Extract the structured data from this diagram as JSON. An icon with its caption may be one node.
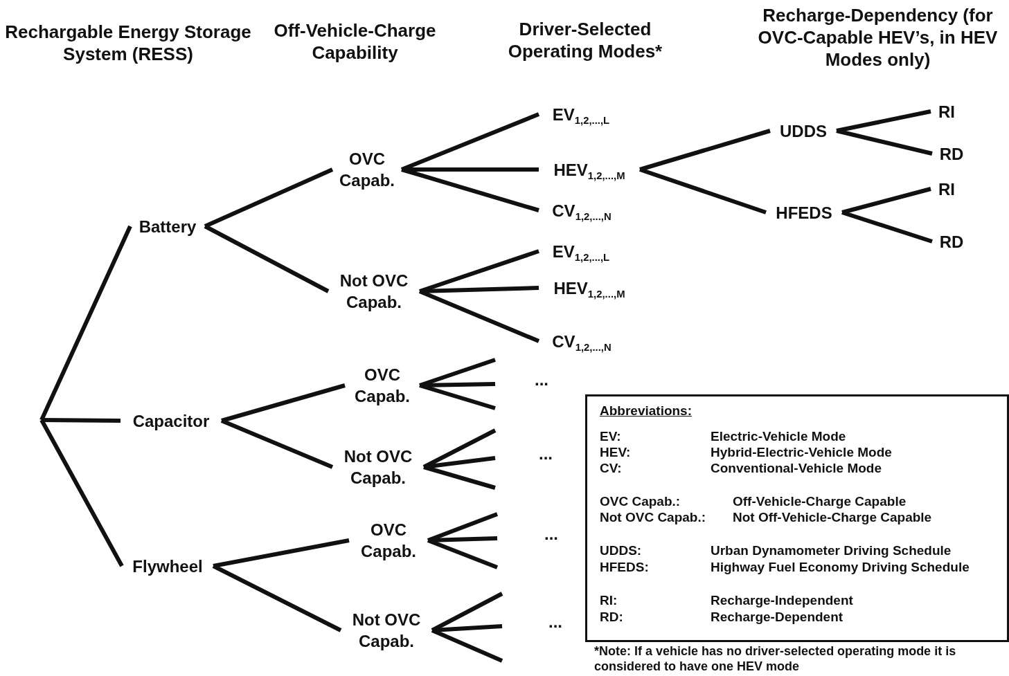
{
  "diagram": {
    "nodes": [
      {
        "text": [
          "Battery"
        ]
      },
      {
        "text": [
          "OVC Capab."
        ]
      },
      {
        "text": [
          "EV$_{1,2,...,L}$"
        ]
      },
      {
        "text": [
          "HEV$_{1,2,...,M}$"
        ]
      },
      {
        "text": [
          "CV$_{1,2,...,N}$"
        ]
      },
      {
        "text": [
          "UDDS"
        ]
      },
      {
        "text": [
          "RI"
        ]
      },
      {
        "text": [
          "RD"
        ]
      },
      {
        "text": [
          "HFEDS"
        ]
      },
      {
        "text": [
          "RI"
        ]
      },
      {
        "text": [
          "RD"
        ]
      },
      {
        "text": [
          "Not OVC Capab."
        ]
      },
      {
        "text": [
          "EV$_{1,2,...,L}$"
        ]
      },
      {
        "text": [
          "HEV$_{1,2,...,M}$"
        ]
      },
      {
        "text": [
          "CV$_{1,2,...,N}$"
        ]
      },
      {
        "text": [
          "Capacitor"
        ]
      },
      {
        "text": [
          "OVC Capab."
        ]
      },
      {
        "text": [
          "Not OVC Capab."
        ]
      },
      {
        "text": [
          "Flywheel"
        ]
      },
      {
        "text": [
          "OVC Capab."
        ]
      },
      {
        "text": [
          "Not OVC Capab."
        ]
      },
      {
        "text": [
          "Abbreviations:",
          "EV:",
          "Electric-Vehicle Mode",
          "HEV:",
          "Hybrid-Electric-Vehicle Mode",
          "CV:",
          "Conventional-Vehicle Mode",
          "OVC Capab.:",
          "Off-Vehicle-Charge Capable",
          "Not OVC Capab.:",
          "Not Off-Vehicle-Charge Capable",
          "UDDS:",
          "Urban Dynamometer Driving Schedule",
          "HFEDS:",
          "Highway Fuel Economy Driving Schedule",
          "RI:",
          "Recharge-Independent",
          "RD:",
          "Recharge-Dependent"
        ]
      }
    ],
    "edges": [
      {
        "from": null,
        "to": 0,
        "arrow": "none"
      },
      {
        "from": null,
        "to": 15,
        "arrow": "none"
      },
      {
        "from": null,
        "to": 18,
        "arrow": "none"
      },
      {
        "from": 0,
        "to": 1,
        "arrow": "none"
      },
      {
        "from": 0,
        "to": 11,
        "arrow": "none"
      },
      {
        "from": 1,
        "to": 2,
        "arrow": "none"
      },
      {
        "from": 1,
        "to": 3,
        "arrow": "none"
      },
      {
        "from": 1,
        "to": 4,
        "arrow": "none"
      },
      {
        "from": 3,
        "to": 5,
        "arrow": "none"
      },
      {
        "from": 3,
        "to": 8,
        "arrow": "none"
      },
      {
        "from": 5,
        "to": 6,
        "arrow": "none"
      },
      {
        "from": 5,
        "to": 7,
        "arrow": "none"
      },
      {
        "from": 8,
        "to": 9,
        "arrow": "none"
      },
      {
        "from": 8,
        "to": 10,
        "arrow": "none"
      },
      {
        "from": 11,
        "to": 12,
        "arrow": "none"
      },
      {
        "from": 11,
        "to": 13,
        "arrow": "none"
      },
      {
        "from": 11,
        "to": 14,
        "arrow": "none"
      },
      {
        "from": 15,
        "to": 16,
        "arrow": "none"
      },
      {
        "from": 15,
        "to": 17,
        "arrow": "none"
      },
      {
        "from": 16,
        "to": null,
        "arrow": "none"
      },
      {
        "from": 16,
        "to": null,
        "arrow": "none"
      },
      {
        "from": 16,
        "to": null,
        "arrow": "none"
      },
      {
        "from": 17,
        "to": null,
        "arrow": "none"
      },
      {
        "from": 17,
        "to": null,
        "arrow": "none"
      },
      {
        "from": 17,
        "to": null,
        "arrow": "none"
      },
      {
        "from": 18,
        "to": 19,
        "arrow": "none"
      },
      {
        "from": 18,
        "to": 20,
        "arrow": "none"
      },
      {
        "from": 19,
        "to": null,
        "arrow": "none"
      },
      {
        "from": 19,
        "to": null,
        "arrow": "none"
      },
      {
        "from": 19,
        "to": null,
        "arrow": "none"
      },
      {
        "from": 20,
        "to": null,
        "arrow": "none"
      },
      {
        "from": 20,
        "to": null,
        "arrow": "none"
      },
      {
        "from": 20,
        "to": null,
        "arrow": "none"
      }
    ],
    "labels": [
      "Rechargable Energy Storage System (RESS)",
      "Off-Vehicle-Charge Capability",
      "Driver-Selected Operating Modes*",
      "Recharge-Dependency (for OVC-Capable HEV’s, in HEV Modes only)",
      "...",
      "...",
      "...",
      "...",
      "*Note: If a vehicle has no driver-selected operating mode it is considered to have one HEV mode"
    ]
  }
}
